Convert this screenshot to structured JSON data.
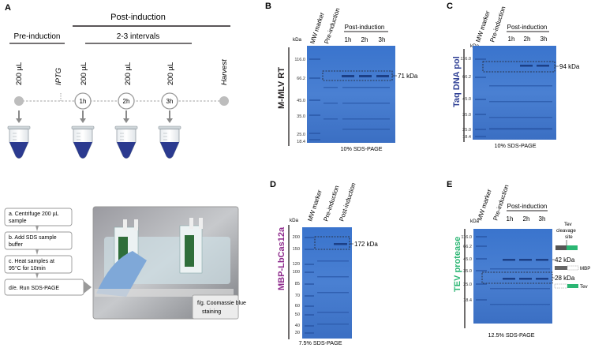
{
  "panel_a": {
    "letter": "A",
    "post_induction": "Post-induction",
    "pre_induction": "Pre-induction",
    "intervals": "2-3 intervals",
    "vol": "200 µL",
    "iptg": "IPTG",
    "harvest": "Harvest",
    "times": [
      "1h",
      "2h",
      "3h"
    ],
    "steps": [
      "a. Centrifuge 200 µL sample",
      "b. Add SDS sample buffer",
      "c. Heat samples at 95°C for 10min",
      "d/e. Run SDS-PAGE"
    ],
    "stain": "f/g. Coomassie blue staining"
  },
  "panel_b": {
    "letter": "B",
    "protein": "M-MLV RT",
    "kda": "kDa",
    "lanes": [
      "MW marker",
      "Pre-induction"
    ],
    "post": "Post-induction",
    "times": [
      "1h",
      "2h",
      "3h"
    ],
    "ticks": [
      "116.0",
      "66.2",
      "45.0",
      "35.0",
      "25.0",
      "18.4"
    ],
    "band": "71 kDa",
    "caption": "10% SDS-PAGE"
  },
  "panel_c": {
    "letter": "C",
    "protein": "Taq DNA pol",
    "kda": "kDa",
    "lanes": [
      "MW marker",
      "Pre-induction"
    ],
    "post": "Post-induction",
    "times": [
      "1h",
      "2h",
      "3h"
    ],
    "ticks": [
      "116.0",
      "66.2",
      "45.0",
      "35.0",
      "25.0",
      "18.4"
    ],
    "band": "94 kDa",
    "caption": "10% SDS-PAGE"
  },
  "panel_d": {
    "letter": "D",
    "protein": "MBP-LbCas12a",
    "kda": "kDa",
    "lanes": [
      "MW marker",
      "Pre-induction",
      "Post-induction"
    ],
    "ticks": [
      "200",
      "150",
      "120",
      "100",
      "85",
      "70",
      "60",
      "50",
      "40",
      "30"
    ],
    "band": "172 kDa",
    "caption": "7.5% SDS-PAGE"
  },
  "panel_e": {
    "letter": "E",
    "protein": "TEV protease",
    "kda": "kDa",
    "lanes": [
      "MW marker",
      "Pre-induction"
    ],
    "post": "Post-induction",
    "times": [
      "1h",
      "2h",
      "3h"
    ],
    "ticks": [
      "116.0",
      "66.2",
      "45.0",
      "35.0",
      "25.0",
      "18.4"
    ],
    "band_42": "42 kDa",
    "band_28": "28 kDa",
    "cleavage": [
      "Tev",
      "cleavage",
      "site"
    ],
    "mbp": "MBP",
    "tev": "Tev",
    "caption": "12.5% SDS-PAGE"
  },
  "colors": {
    "gel": "#3f73c6",
    "tube_fill": "#2b3a8f",
    "protein_b": "#231f20",
    "protein_c": "#2e3f94",
    "protein_d": "#8e2a8c",
    "protein_e": "#2bb673",
    "tev_bar": "#2bb673"
  }
}
